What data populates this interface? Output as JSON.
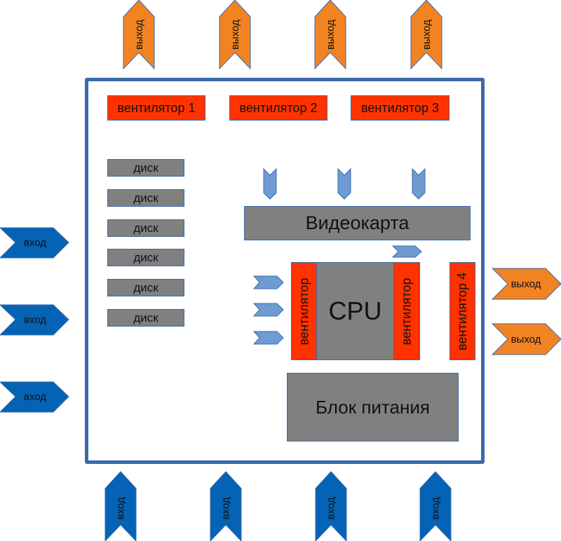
{
  "colors": {
    "case_border": "#3a6aab",
    "fan": "#ff3300",
    "component": "#808080",
    "input_arrow": "#0563b5",
    "output_arrow": "#f28322",
    "airflow_arrow": "#6d9bd2"
  },
  "case": {
    "label": ""
  },
  "fans_top": [
    {
      "label": "вентилятор 1"
    },
    {
      "label": "вентилятор 2"
    },
    {
      "label": "вентилятор 3"
    }
  ],
  "disks": [
    {
      "label": "диск"
    },
    {
      "label": "диск"
    },
    {
      "label": "диск"
    },
    {
      "label": "диск"
    },
    {
      "label": "диск"
    },
    {
      "label": "диск"
    }
  ],
  "gpu": {
    "label": "Видеокарта"
  },
  "cpu": {
    "label": "CPU",
    "fan_left": "вентилятор",
    "fan_right": "вентилятор"
  },
  "fan4": {
    "label": "вентилятор 4"
  },
  "psu": {
    "label": "Блок питания"
  },
  "top_outputs": [
    {
      "label": "выход"
    },
    {
      "label": "выход"
    },
    {
      "label": "выход"
    },
    {
      "label": "выход"
    }
  ],
  "right_outputs": [
    {
      "label": "выход"
    },
    {
      "label": "выход"
    }
  ],
  "left_inputs": [
    {
      "label": "вход"
    },
    {
      "label": "вход"
    },
    {
      "label": "вход"
    }
  ],
  "bottom_inputs": [
    {
      "label": "вход"
    },
    {
      "label": "вход"
    },
    {
      "label": "вход"
    },
    {
      "label": "вход"
    }
  ],
  "airflow": {
    "gpu_down_count": 3,
    "cpu_in_count": 3,
    "gpu_right_count": 1
  }
}
